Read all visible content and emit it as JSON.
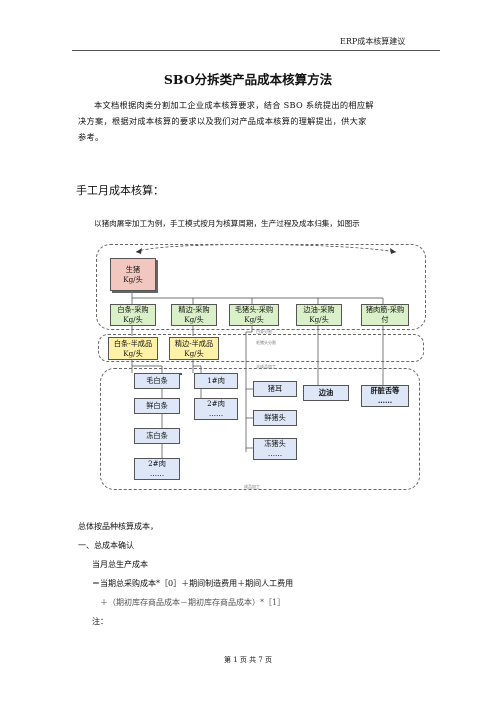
{
  "header": {
    "title": "ERP成本核算建议"
  },
  "doc": {
    "title": "SBO分拆类产品成本核算方法",
    "intro_lines": [
      "本文档根据肉类分割加工企业成本核算要求，结合 SBO 系统提出的相应解",
      "决方案，根据对成本核算的要求以及我们对产品成本核算的理解提出，供大家",
      "参考。"
    ],
    "section1": "手工月成本核算：",
    "diagram_caption": "以猪肉屠宰加工为例，手工模式按月为核算周期，生产过程及成本归集，如图示",
    "after_lines": [
      "总体按品种核算成本，",
      "一、总成本确认",
      "当月总生产成本",
      "＝当期总采购成本*［0］＋期间制造费用＋期间人工费用",
      "＋（期初库存商品成本－期初库存商品成本）*［1］",
      "注："
    ]
  },
  "diagram": {
    "source": {
      "line1": "生猪",
      "line2": "Kg/头"
    },
    "level1": [
      {
        "line1": "白条-采购",
        "line2": "Kg/头"
      },
      {
        "line1": "精边-采购",
        "line2": "Kg/头"
      },
      {
        "line1": "毛猪头-采购",
        "line2": "Kg/头"
      },
      {
        "line1": "边油-采购",
        "line2": "Kg/头"
      },
      {
        "line1": "猪肉筋-采购",
        "line2": "付"
      }
    ],
    "level2": [
      {
        "line1": "白条-半成品",
        "line2": "Kg/头"
      },
      {
        "line1": "精边-半成品",
        "line2": "Kg/头"
      }
    ],
    "col_a": [
      "毛白条",
      "鲜白条",
      "冻白条",
      "2#肉\n……"
    ],
    "col_b": [
      "1#肉",
      "2#肉\n……"
    ],
    "col_c": [
      "猪耳",
      "鲜猪头",
      "冻猪头\n……"
    ],
    "col_d": "边油",
    "col_e": "肝脏舌等\n……",
    "tiny_labels": [
      "白条分割",
      "毛猪头分割",
      "半成品加工",
      "成品加工"
    ]
  },
  "footer": {
    "text": "第 1 页 共 7 页"
  }
}
